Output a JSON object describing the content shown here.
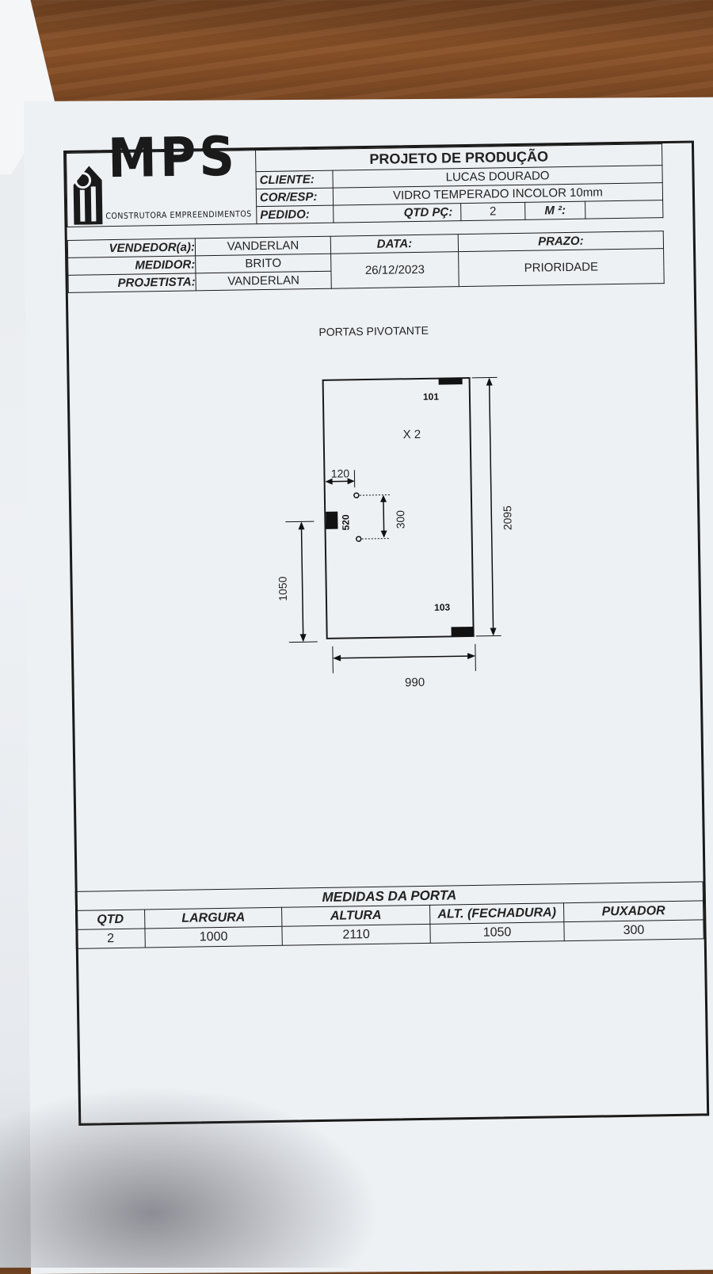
{
  "header": {
    "company_brand": "MPS",
    "company_sub": "CONSTRUTORA EMPREENDIMENTOS",
    "title": "PROJETO DE PRODUÇÃO",
    "cliente_label": "CLIENTE:",
    "cliente": "LUCAS DOURADO",
    "cor_label": "COR/ESP:",
    "cor": "VIDRO TEMPERADO INCOLOR 10mm",
    "pedido_label": "PEDIDO:",
    "pedido": "",
    "qtd_label": "QTD PÇ:",
    "qtd": "2",
    "m2_label": "M ²:",
    "m2": "",
    "vendedor_label": "VENDEDOR(a):",
    "vendedor": "VANDERLAN",
    "medidor_label": "MEDIDOR:",
    "medidor": "BRITO",
    "projetista_label": "PROJETISTA:",
    "projetista": "VANDERLAN",
    "data_label": "DATA:",
    "data": "26/12/2023",
    "prazo_label": "PRAZO:",
    "prazo": "PRIORIDADE"
  },
  "drawing": {
    "title": "PORTAS PIVOTANTE",
    "multiplier": "X  2",
    "label_top_pivot": "101",
    "label_bottom_pivot": "103",
    "label_lock": "520",
    "dim_lock_offset": "120",
    "dim_handle": "300",
    "dim_height": "2095",
    "dim_lock_height": "1050",
    "dim_width": "990"
  },
  "medidas": {
    "title": "MEDIDAS DA PORTA",
    "headers": [
      "QTD",
      "LARGURA",
      "ALTURA",
      "ALT. (FECHADURA)",
      "PUXADOR"
    ],
    "row": [
      "2",
      "1000",
      "2110",
      "1050",
      "300"
    ]
  }
}
